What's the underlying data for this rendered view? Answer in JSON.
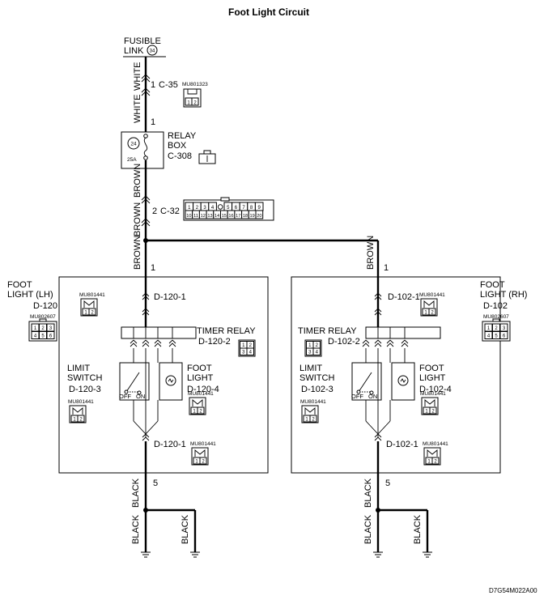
{
  "title": "Foot Light Circuit",
  "fusible_link": {
    "line1": "FUSIBLE",
    "line2": "LINK",
    "number": "34"
  },
  "wires": {
    "white": "WHITE",
    "brown": "BROWN",
    "black": "BLACK"
  },
  "c35": {
    "pin": "1",
    "label": "C-35",
    "part": "MU801323",
    "pins": [
      "1",
      "2"
    ]
  },
  "relay_box": {
    "pin_in": "1",
    "fuse_no": "24",
    "rating": "25A",
    "line1": "RELAY",
    "line2": "BOX",
    "connector": "C-308"
  },
  "c32": {
    "pin": "2",
    "label": "C-32",
    "row1": [
      "1",
      "2",
      "3",
      "4",
      "",
      "5",
      "6",
      "7",
      "8",
      "9"
    ],
    "row2": [
      "10",
      "11",
      "12",
      "13",
      "14",
      "15",
      "16",
      "17",
      "18",
      "19",
      "20"
    ]
  },
  "lh": {
    "foot_light_line1": "FOOT",
    "foot_light_line2": "LIGHT (LH)",
    "connector": "D-120",
    "conn_part": "MU802607",
    "conn_pins": [
      "1",
      "2",
      "3",
      "4",
      "5",
      "6"
    ],
    "pin_in": "1",
    "pin_in_label": "D-120-1",
    "pin_in_part": "MU801441",
    "timer_relay": "TIMER RELAY",
    "timer_relay_conn": "D-120-2",
    "timer_pins": [
      "1",
      "2",
      "3",
      "4"
    ],
    "limit_line1": "LIMIT",
    "limit_line2": "SWITCH",
    "limit_conn": "D-120-3",
    "limit_part": "MU801441",
    "off": "OFF",
    "on": "ON",
    "light_line1": "FOOT",
    "light_line2": "LIGHT",
    "light_conn": "D-120-4",
    "light_part": "MU801441",
    "out_label": "D-120-1",
    "out_part": "MU801441",
    "pin_out": "5"
  },
  "rh": {
    "foot_light_line1": "FOOT",
    "foot_light_line2": "LIGHT (RH)",
    "connector": "D-102",
    "conn_part": "MU802607",
    "conn_pins": [
      "1",
      "2",
      "3",
      "4",
      "5",
      "6"
    ],
    "pin_in": "1",
    "pin_in_label": "D-102-1",
    "pin_in_part": "MU801441",
    "timer_relay": "TIMER RELAY",
    "timer_relay_conn": "D-102-2",
    "timer_pins": [
      "1",
      "2",
      "3",
      "4"
    ],
    "limit_line1": "LIMIT",
    "limit_line2": "SWITCH",
    "limit_conn": "D-102-3",
    "limit_part": "MU801441",
    "off": "OFF",
    "on": "ON",
    "light_line1": "FOOT",
    "light_line2": "LIGHT",
    "light_conn": "D-102-4",
    "light_part": "MU801441",
    "out_label": "D-102-1",
    "out_part": "MU801441",
    "pin_out": "5"
  },
  "code": "D7G54M022A00"
}
